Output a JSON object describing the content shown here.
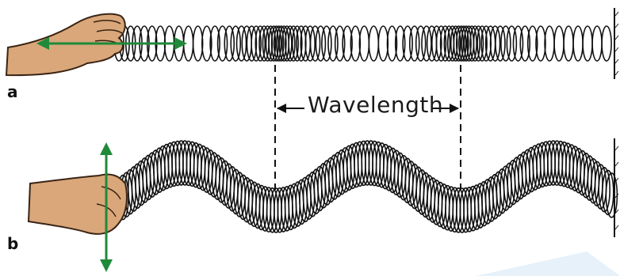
{
  "panels": {
    "a": {
      "label": "a",
      "description_arrow": "horizontal"
    },
    "b": {
      "label": "b",
      "description_arrow": "vertical"
    }
  },
  "annotation": {
    "wavelength_label": "Wavelength"
  },
  "colors": {
    "arrow": "#1f8a3a",
    "skin": "#d9a77a",
    "skin_outline": "#3a2414",
    "spring": "#111111",
    "wall": "#111111",
    "watermark": "#e6f1fa"
  },
  "icons": [
    "hand-icon",
    "double-arrow-icon",
    "wall-icon"
  ]
}
